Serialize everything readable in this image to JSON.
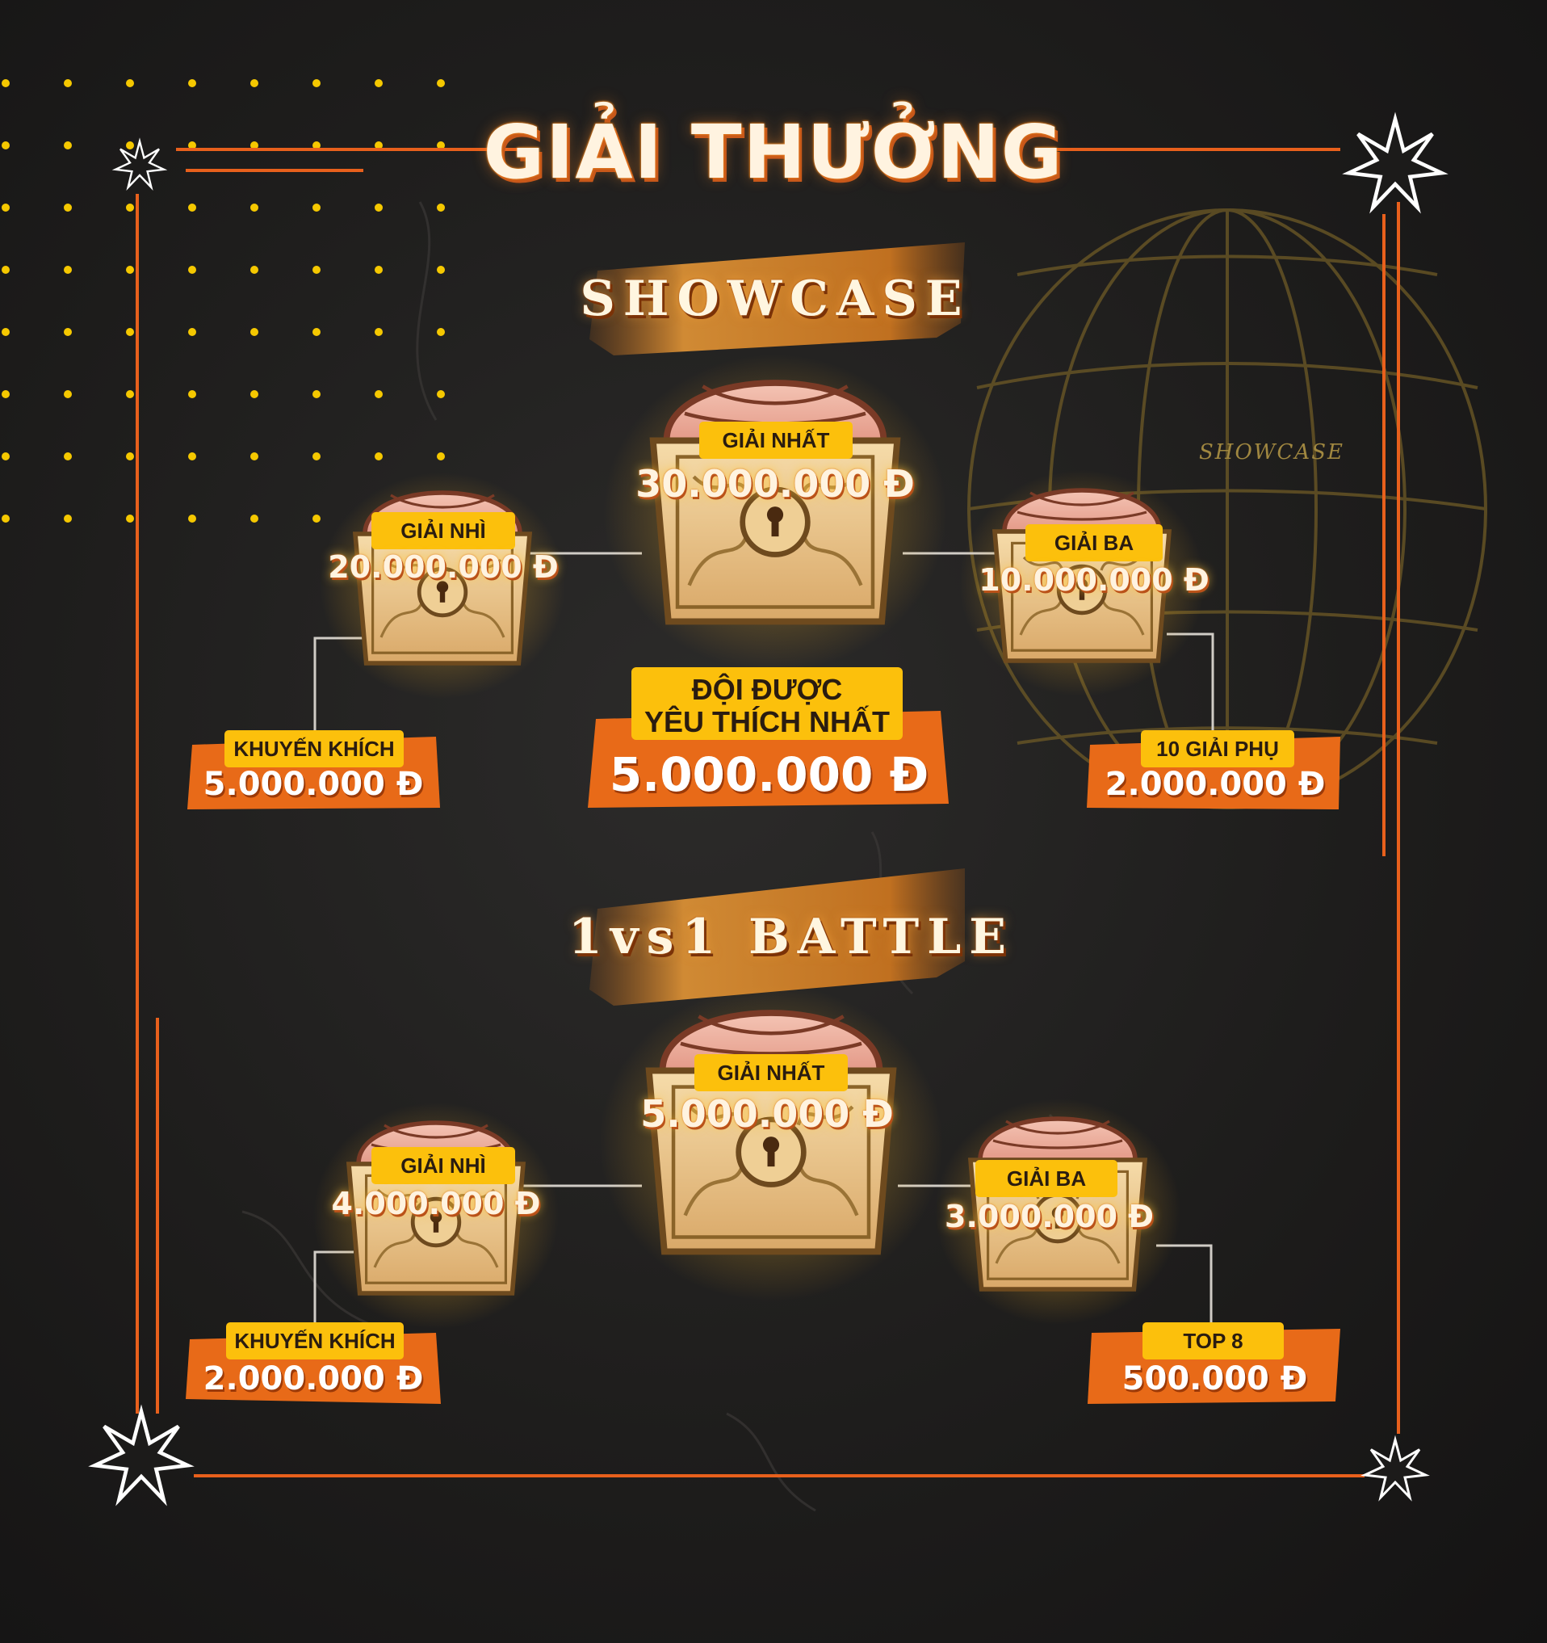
{
  "title": "GIẢI THƯỞNG",
  "colors": {
    "accent": "#e8601c",
    "label": "#fcc00c",
    "banner": "#e86a18",
    "dots": "#f5c800"
  },
  "globe_label": "SHOWCASE",
  "showcase": {
    "title": "SHOWCASE",
    "first": {
      "label": "GIẢI NHẤT",
      "amount": "30.000.000 Đ"
    },
    "second": {
      "label": "GIẢI NHÌ",
      "amount": "20.000.000 Đ"
    },
    "third": {
      "label": "GIẢI BA",
      "amount": "10.000.000 Đ"
    },
    "encourage": {
      "label": "KHUYẾN KHÍCH",
      "amount": "5.000.000 Đ"
    },
    "favorite": {
      "label_line1": "ĐỘI ĐƯỢC",
      "label_line2": "YÊU THÍCH NHẤT",
      "amount": "5.000.000 Đ"
    },
    "extra": {
      "label": "10 GIẢI PHỤ",
      "amount": "2.000.000 Đ"
    }
  },
  "battle": {
    "title": "1vs1 BATTLE",
    "first": {
      "label": "GIẢI NHẤT",
      "amount": "5.000.000 Đ"
    },
    "second": {
      "label": "GIẢI NHÌ",
      "amount": "4.000.000 Đ"
    },
    "third": {
      "label": "GIẢI BA",
      "amount": "3.000.000 Đ"
    },
    "encourage": {
      "label": "KHUYẾN KHÍCH",
      "amount": "2.000.000 Đ"
    },
    "top8": {
      "label": "TOP 8",
      "amount": "500.000 Đ"
    }
  }
}
